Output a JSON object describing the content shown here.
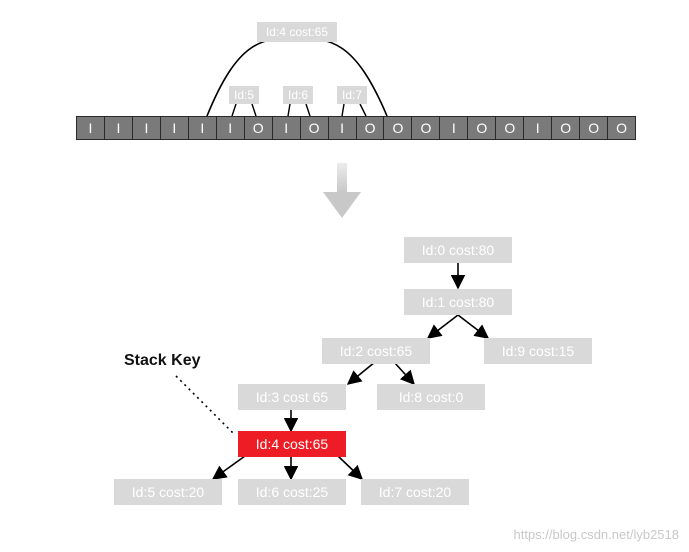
{
  "top": {
    "parent_tag": "Id:4 cost:65",
    "child_tags": [
      "Id:5",
      "Id:6",
      "Id:7"
    ],
    "sequence": [
      "I",
      "I",
      "I",
      "I",
      "I",
      "I",
      "O",
      "I",
      "O",
      "I",
      "O",
      "O",
      "O",
      "I",
      "O",
      "O",
      "I",
      "O",
      "O",
      "O"
    ]
  },
  "tree": {
    "nodes": [
      {
        "label": "Id:0 cost:80",
        "highlight": false
      },
      {
        "label": "Id:1 cost:80",
        "highlight": false
      },
      {
        "label": "Id:2 cost:65",
        "highlight": false
      },
      {
        "label": "Id:9 cost:15",
        "highlight": false
      },
      {
        "label": "Id:3 cost 65",
        "highlight": false
      },
      {
        "label": "Id:8 cost:0",
        "highlight": false
      },
      {
        "label": "Id:4 cost:65",
        "highlight": true
      },
      {
        "label": "Id:5 cost:20",
        "highlight": false
      },
      {
        "label": "Id:6 cost:25",
        "highlight": false
      },
      {
        "label": "Id:7 cost:20",
        "highlight": false
      }
    ]
  },
  "annotation": {
    "label": "Stack Key"
  },
  "watermark": "https://blog.csdn.net/lyb2518",
  "colors": {
    "node": "#d9d9d9",
    "highlight": "#ee1c24",
    "cell": "#7a7a7a"
  }
}
